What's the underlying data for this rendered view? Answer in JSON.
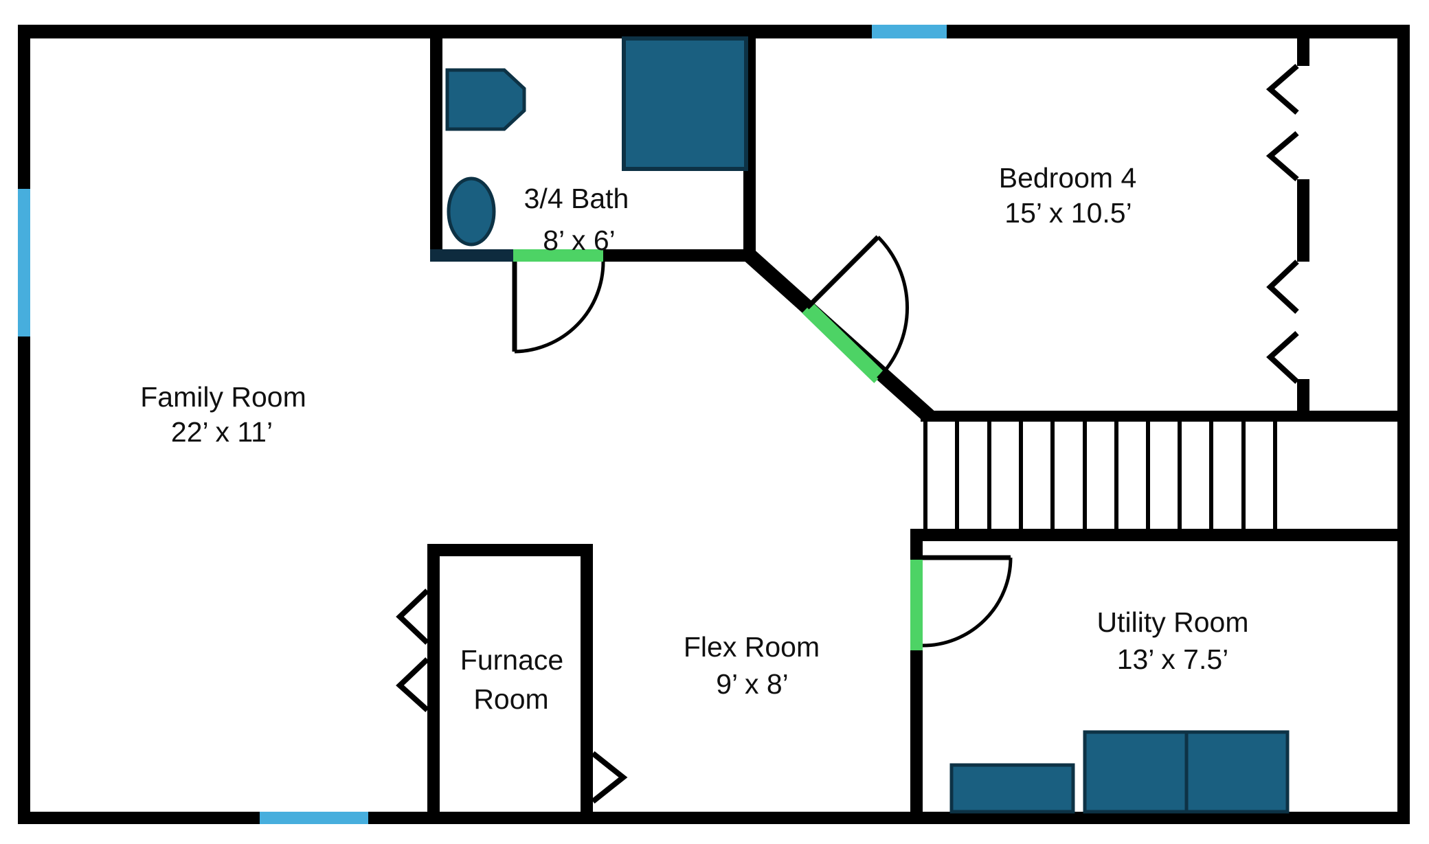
{
  "colors": {
    "wall_black": "#000000",
    "wall_navy": "#0E2B3E",
    "fixture_fill": "#1A5F80",
    "fixture_stroke": "#0D3245",
    "door_green": "#4DD365",
    "window_blue": "#47AEDD",
    "background": "#FFFFFF",
    "label_text": "#101010"
  },
  "rooms": {
    "family": {
      "name": "Family Room",
      "dims": "22’ x 11’"
    },
    "bath": {
      "name": "3/4 Bath",
      "dims": "8’ x 6’"
    },
    "bedroom4": {
      "name": "Bedroom 4",
      "dims": "15’ x 10.5’"
    },
    "furnace": {
      "name_line1": "Furnace",
      "name_line2": "Room"
    },
    "flex": {
      "name": "Flex Room",
      "dims": "9’ x 8’"
    },
    "utility": {
      "name": "Utility Room",
      "dims": "13’ x 7.5’"
    }
  },
  "features": {
    "windows": [
      {
        "location": "left-wall",
        "room": "Family Room"
      },
      {
        "location": "top-wall",
        "room": "Bedroom 4"
      },
      {
        "location": "bottom-wall",
        "room": "Family Room"
      }
    ],
    "doors": [
      {
        "type": "swing",
        "room": "3/4 Bath"
      },
      {
        "type": "swing",
        "room": "Bedroom 4",
        "wall": "diagonal"
      },
      {
        "type": "swing",
        "room": "Utility Room"
      },
      {
        "type": "bifold-closet",
        "room": "Bedroom 4",
        "openings": 2
      },
      {
        "type": "bifold",
        "room": "Furnace Room",
        "wall": "left",
        "openings": 2
      },
      {
        "type": "bifold",
        "room": "Furnace Room",
        "wall": "right",
        "openings": 1
      }
    ],
    "stairs": {
      "treads": 12,
      "location": "center-right"
    },
    "fixtures": [
      {
        "type": "sink-vanity",
        "room": "3/4 Bath"
      },
      {
        "type": "toilet",
        "room": "3/4 Bath"
      },
      {
        "type": "shower",
        "room": "3/4 Bath"
      },
      {
        "type": "appliances",
        "room": "Utility Room",
        "count": 3
      }
    ]
  }
}
